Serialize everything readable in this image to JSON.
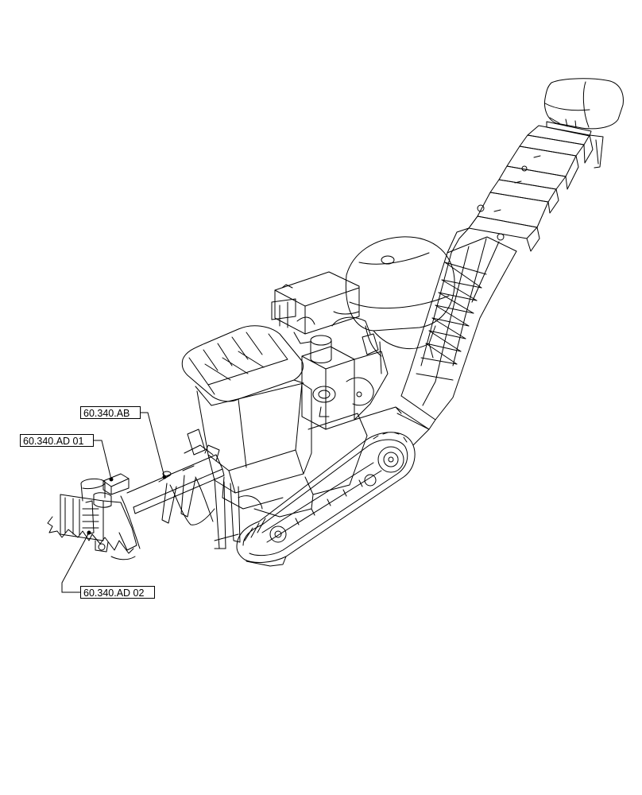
{
  "callouts": {
    "ab": "60.340.AB",
    "ad01": "60.340.AD 01",
    "ad02": "60.340.AD 02"
  },
  "colors": {
    "line": "#000000",
    "background": "#ffffff"
  }
}
